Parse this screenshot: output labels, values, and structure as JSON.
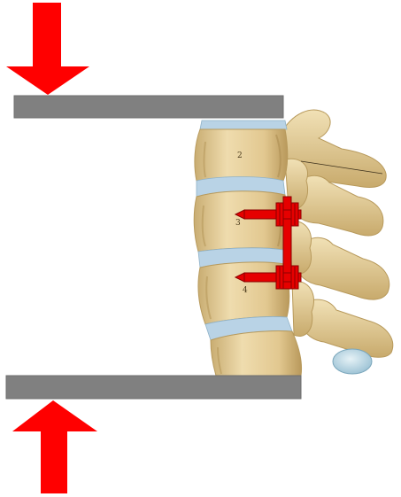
{
  "labels": {
    "vertebra_upper": "2",
    "vertebra_middle": "3",
    "vertebra_lower": "4"
  },
  "colors": {
    "force_arrow": "#ff0000",
    "compression_plate": "#808080",
    "plate_border": "#6e6e6e",
    "bone": "#e6cf98",
    "bone_shadow": "#b89a5c",
    "disc": "#b9d3e6",
    "fixator": "#e60000",
    "background": "#ffffff"
  }
}
